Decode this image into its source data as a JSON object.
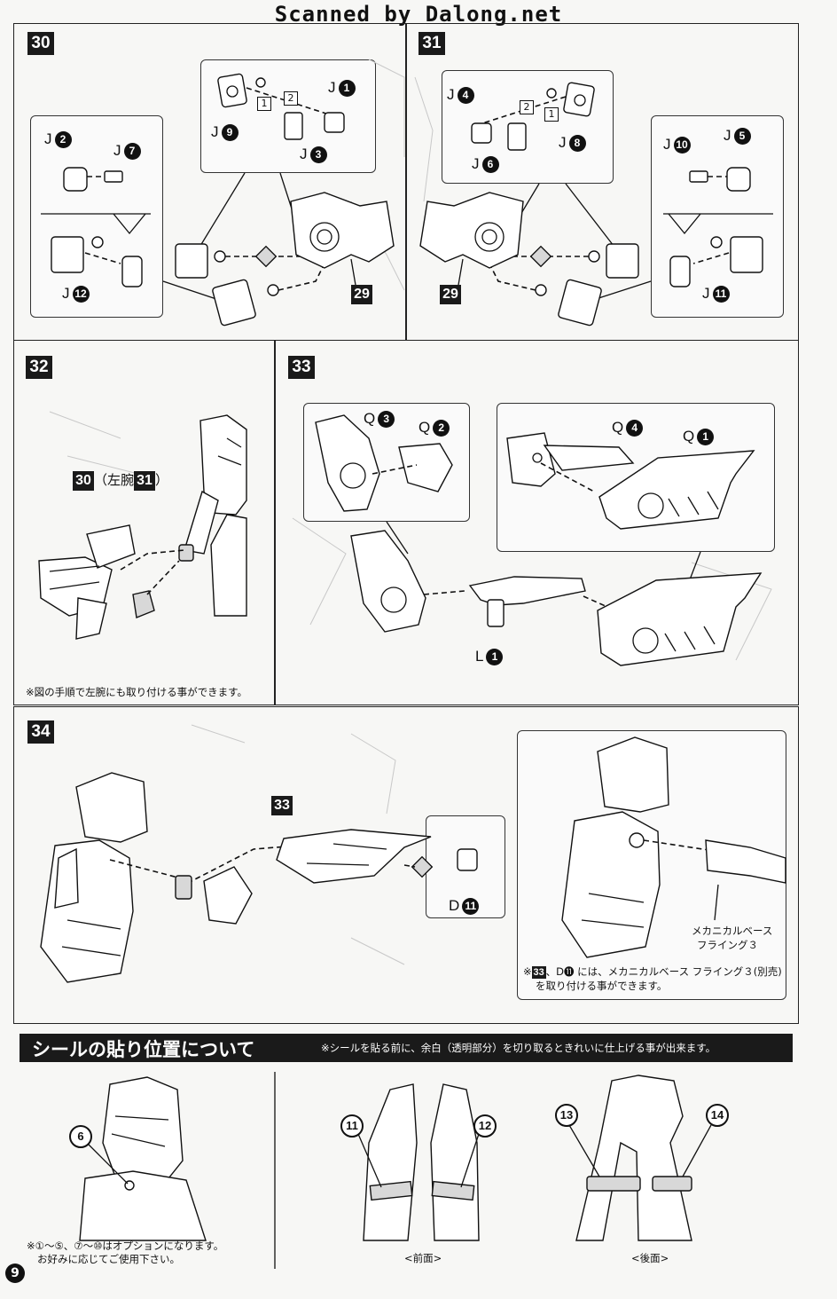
{
  "watermark": "Scanned by Dalong.net",
  "steps": {
    "s30": "30",
    "s31": "31",
    "s32": "32",
    "s33": "33",
    "s34": "34"
  },
  "step30": {
    "labels": [
      "J",
      "J",
      "J",
      "J",
      "J",
      "J"
    ],
    "nums": [
      "1",
      "9",
      "3",
      "2",
      "7",
      "12"
    ],
    "order": [
      "1",
      "2"
    ],
    "ref": "29"
  },
  "step31": {
    "labels": [
      "J",
      "J",
      "J",
      "J",
      "J",
      "J"
    ],
    "nums": [
      "4",
      "8",
      "6",
      "10",
      "5",
      "11"
    ],
    "order": [
      "2",
      "1"
    ],
    "ref": "29"
  },
  "step32": {
    "ref_step": "30",
    "ref_text_open": "（左腕",
    "ref_step2": "31",
    "ref_text_close": "）",
    "note": "※図の手順で左腕にも取り付ける事ができます。"
  },
  "step33": {
    "q3": "Q",
    "q3n": "3",
    "q2": "Q",
    "q2n": "2",
    "q4": "Q",
    "q4n": "4",
    "q1": "Q",
    "q1n": "1",
    "l1": "L",
    "l1n": "1"
  },
  "step34": {
    "ref": "33",
    "d11": "D",
    "d11n": "11",
    "product_label_1": "メカニカルベース",
    "product_label_2": "フライング３",
    "note_pre": "※",
    "note_step": "33",
    "note_rest": "、D⓫ には、メカニカルベース フライング３(別売)",
    "note_line2": "を取り付ける事ができます。"
  },
  "sticker": {
    "title": "シールの貼り位置について",
    "note": "※シールを貼る前に、余白（透明部分）を切り取るときれいに仕上げる事が出来ます。",
    "head_num": "6",
    "front_nums": [
      "11",
      "12"
    ],
    "back_nums": [
      "13",
      "14"
    ],
    "front_label": "<前面>",
    "back_label": "<後面>",
    "option_note_1": "※①〜⑤、⑦〜⑩はオプションになります。",
    "option_note_2": "お好みに応じてご使用下さい。"
  },
  "page_number": "9"
}
